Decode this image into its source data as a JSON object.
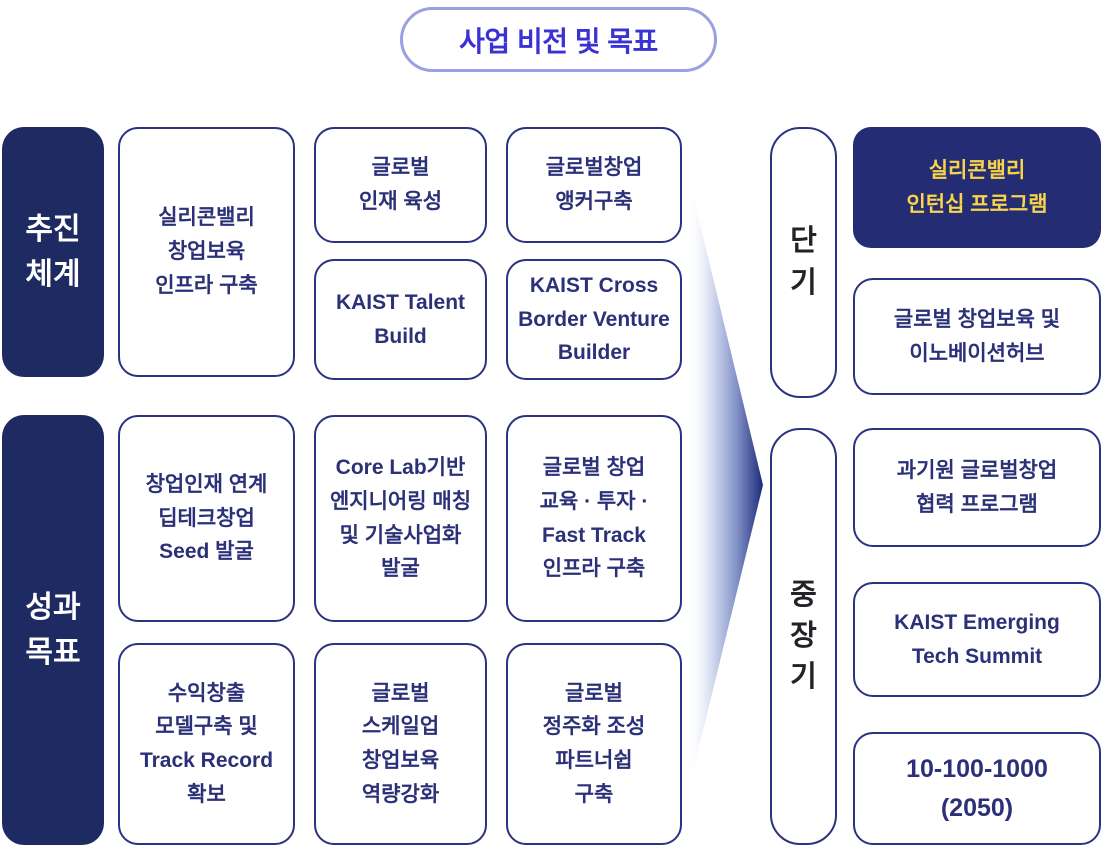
{
  "colors": {
    "title_text": "#3b32d4",
    "title_border": "#9aa0e0",
    "box_border": "#2b3280",
    "box_text": "#2b3178",
    "dark_label_bg": "#1e2a62",
    "dark_label_text": "#ffffff",
    "highlight_bg": "#242d74",
    "highlight_text": "#f9d44a",
    "timeline_label_text": "#232327",
    "arrow_gradient_end": "#1c2a78"
  },
  "title": {
    "label": "사업 비전 및 목표"
  },
  "left_labels": {
    "promotion": {
      "lines": [
        "추진",
        "체계"
      ]
    },
    "performance": {
      "lines": [
        "성과",
        "목표"
      ]
    }
  },
  "grid": {
    "silicon_infra": {
      "lines": [
        "실리콘밸리",
        "창업보육",
        "인프라 구축"
      ]
    },
    "global_talent": {
      "lines": [
        "글로벌",
        "인재 육성"
      ]
    },
    "global_anchor": {
      "lines": [
        "글로벌창업",
        "앵커구축"
      ]
    },
    "kaist_talent": {
      "lines": [
        "KAIST Talent",
        "Build"
      ]
    },
    "kaist_cross": {
      "lines": [
        "KAIST Cross",
        "Border Venture",
        "Builder"
      ]
    },
    "seed": {
      "lines": [
        "창업인재 연계",
        "딥테크창업",
        "Seed 발굴"
      ]
    },
    "core_lab": {
      "lines": [
        "Core Lab기반",
        "엔지니어링 매칭",
        "및 기술사업화",
        "발굴"
      ]
    },
    "fast_track": {
      "lines": [
        "글로벌 창업",
        "교육 · 투자 ·",
        "Fast Track",
        "인프라 구축"
      ]
    },
    "track_record": {
      "lines": [
        "수익창출",
        "모델구축 및",
        "Track Record",
        "확보"
      ]
    },
    "scale_up": {
      "lines": [
        "글로벌",
        "스케일업",
        "창업보육",
        "역량강화"
      ]
    },
    "settlement": {
      "lines": [
        "글로벌",
        "정주화 조성",
        "파트너쉽",
        "구축"
      ]
    }
  },
  "timeline": {
    "short_term": {
      "chars": [
        "단",
        "기"
      ]
    },
    "mid_long_term": {
      "chars": [
        "중",
        "장",
        "기"
      ]
    },
    "sv_internship": {
      "lines": [
        "실리콘밸리",
        "인턴십 프로그램"
      ]
    },
    "innovation_hub": {
      "lines": [
        "글로벌 창업보육 및",
        "이노베이션허브"
      ]
    },
    "gov_program": {
      "lines": [
        "과기원 글로벌창업",
        "협력 프로그램"
      ]
    },
    "tech_summit": {
      "lines": [
        "KAIST Emerging",
        "Tech Summit"
      ]
    },
    "milestone": {
      "lines": [
        "10-100-1000",
        "(2050)"
      ]
    }
  }
}
